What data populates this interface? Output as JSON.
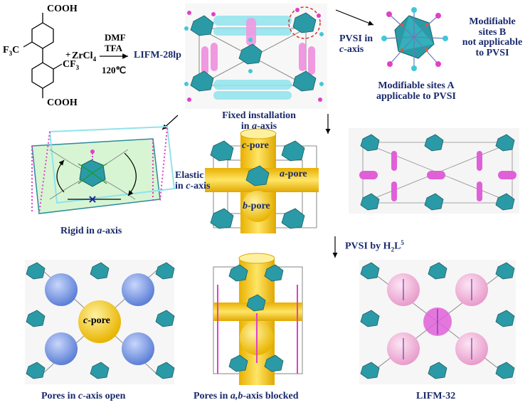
{
  "reaction": {
    "reagents_top": "DMF",
    "reagents_mid": "TFA",
    "temperature": "120℃",
    "plus": "+",
    "zr": "ZrCl",
    "zr_sub": "4",
    "product": "LIFM-28lp",
    "cooh_top": "COOH",
    "cooh_bottom": "COOH",
    "cf3_left_a": "F",
    "cf3_left_sub": "3",
    "cf3_left_b": "C",
    "cf3_right_a": "CF",
    "cf3_right_sub": "3"
  },
  "labels": {
    "fixed_1": "Fixed installation",
    "fixed_2a": "in ",
    "fixed_2b": "a",
    "fixed_2c": "-axis",
    "pvsi_c_1": "PVSI in",
    "pvsi_c_2a": "c",
    "pvsi_c_2b": "-axis",
    "sites_b_1": "Modifiable",
    "sites_b_2": "sites B",
    "sites_b_3": "not applicable",
    "sites_b_4": "to PVSI",
    "sites_a_1": "Modifiable sites A",
    "sites_a_2": "applicable to PVSI",
    "elastic_1": "Elastic",
    "elastic_2a": "in ",
    "elastic_2b": "c",
    "elastic_2c": "-axis",
    "rigid_a": "Rigid in ",
    "rigid_b": "a",
    "rigid_c": "-axis",
    "cpore_i": "c",
    "cpore_t": "-pore",
    "apore_i": "a",
    "apore_t": "-pore",
    "bpore_i": "b",
    "bpore_t": "-pore",
    "pvsi_h2l_a": "PVSI by H",
    "pvsi_h2l_sub": "2",
    "pvsi_h2l_b": "L",
    "pvsi_h2l_sup": "5",
    "open_a": "Pores in ",
    "open_b": "c",
    "open_c": "-axis open",
    "blocked_a": "Pores in ",
    "blocked_b": "a,b",
    "blocked_c": "-axis blocked",
    "lifm32": "LIFM-32",
    "cpore_bottom_i": "c",
    "cpore_bottom_t": "-pore"
  },
  "colors": {
    "text_blue": "#1a2a6c",
    "cyan_cluster": "#3fbfc4",
    "magenta": "#e040c8",
    "yellow_pore": "#f2c200",
    "blue_sphere": "#6d8fe0",
    "pink_sphere": "#f0a8d8",
    "linker_gray": "#8a8a8a"
  }
}
